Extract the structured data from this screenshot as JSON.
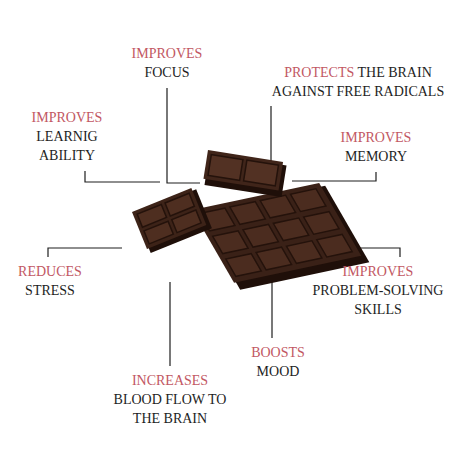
{
  "diagram": {
    "labels": [
      "IMPROVES",
      "FOCUS",
      "PROTECTS",
      "THE BRAIN AGAINST FREE RADICALS",
      "IMPROVES",
      "LEARNIG ABILITY",
      "IMPROVES",
      "MEMORY",
      "REDUCES",
      "STRESS",
      "IMPROVES",
      "PROBLEM-SOLVING SKILLS",
      "BOOSTS",
      "MOOD",
      "INCREASES",
      "BLOOD FLOW TO THE BRAIN"
    ]
  }
}
